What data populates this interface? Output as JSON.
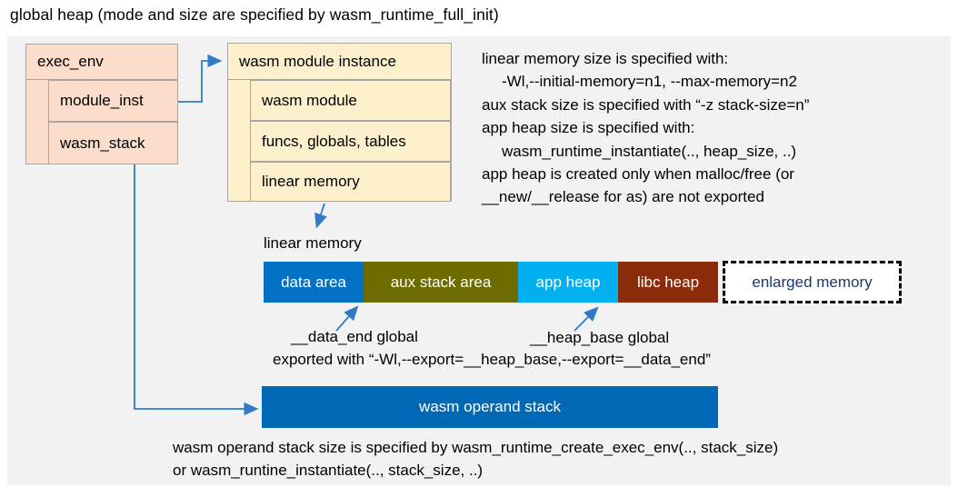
{
  "title": "global heap (mode and size are specified by wasm_runtime_full_init)",
  "exec_env": {
    "label": "exec_env",
    "children": [
      {
        "label": "module_inst"
      },
      {
        "label": "wasm_stack"
      }
    ]
  },
  "module_instance": {
    "label": "wasm module instance",
    "children": [
      {
        "label": "wasm module"
      },
      {
        "label": "funcs, globals, tables"
      },
      {
        "label": "linear memory"
      }
    ]
  },
  "notes_top_right": {
    "lines": [
      "linear memory size is specified with:",
      "-Wl,--initial-memory=n1, --max-memory=n2",
      "aux stack size is specified with “-z stack-size=n”",
      "app heap size is specified with:",
      "wasm_runtime_instantiate(.., heap_size, ..)",
      "app heap is created only when malloc/free (or",
      "__new/__release for as) are not exported"
    ]
  },
  "linear_memory": {
    "label": "linear memory",
    "segments": [
      {
        "label": "data area",
        "color": "#0071c5",
        "text_color": "#ffffff"
      },
      {
        "label": "aux stack area",
        "color": "#6c6c00",
        "text_color": "#ffffff"
      },
      {
        "label": "app heap",
        "color": "#00b0f0",
        "text_color": "#ffffff"
      },
      {
        "label": "libc heap",
        "color": "#8a2b0a",
        "text_color": "#ffffff"
      },
      {
        "label": "enlarged memory",
        "color": "#ffffff",
        "text_color": "#1a3a6b",
        "border": "dashed"
      }
    ],
    "annotations": {
      "data_end": "__data_end global",
      "heap_base": "__heap_base global",
      "exported": "exported with “-Wl,--export=__heap_base,--export=__data_end”"
    }
  },
  "operand_stack": {
    "label": "wasm operand stack",
    "color": "#0068b5",
    "note_lines": [
      "wasm operand stack size is specified by wasm_runtime_create_exec_env(.., stack_size)",
      "or wasm_runtine_instantiate(.., stack_size, ..)"
    ]
  },
  "colors": {
    "panel_bg": "#f2f2f2",
    "box_pink": "#fcdccb",
    "box_cream": "#fdf0cd",
    "box_border": "#a6a6a6",
    "arrow_blue": "#2e7bc8",
    "bar_data_area": "#0071c5",
    "bar_aux_stack": "#6c6c00",
    "bar_app_heap": "#00b0f0",
    "bar_libc_heap": "#8a2b0a",
    "operand_stack_bar": "#0068b5",
    "enlarged_memory_text": "#1a3a6b"
  }
}
